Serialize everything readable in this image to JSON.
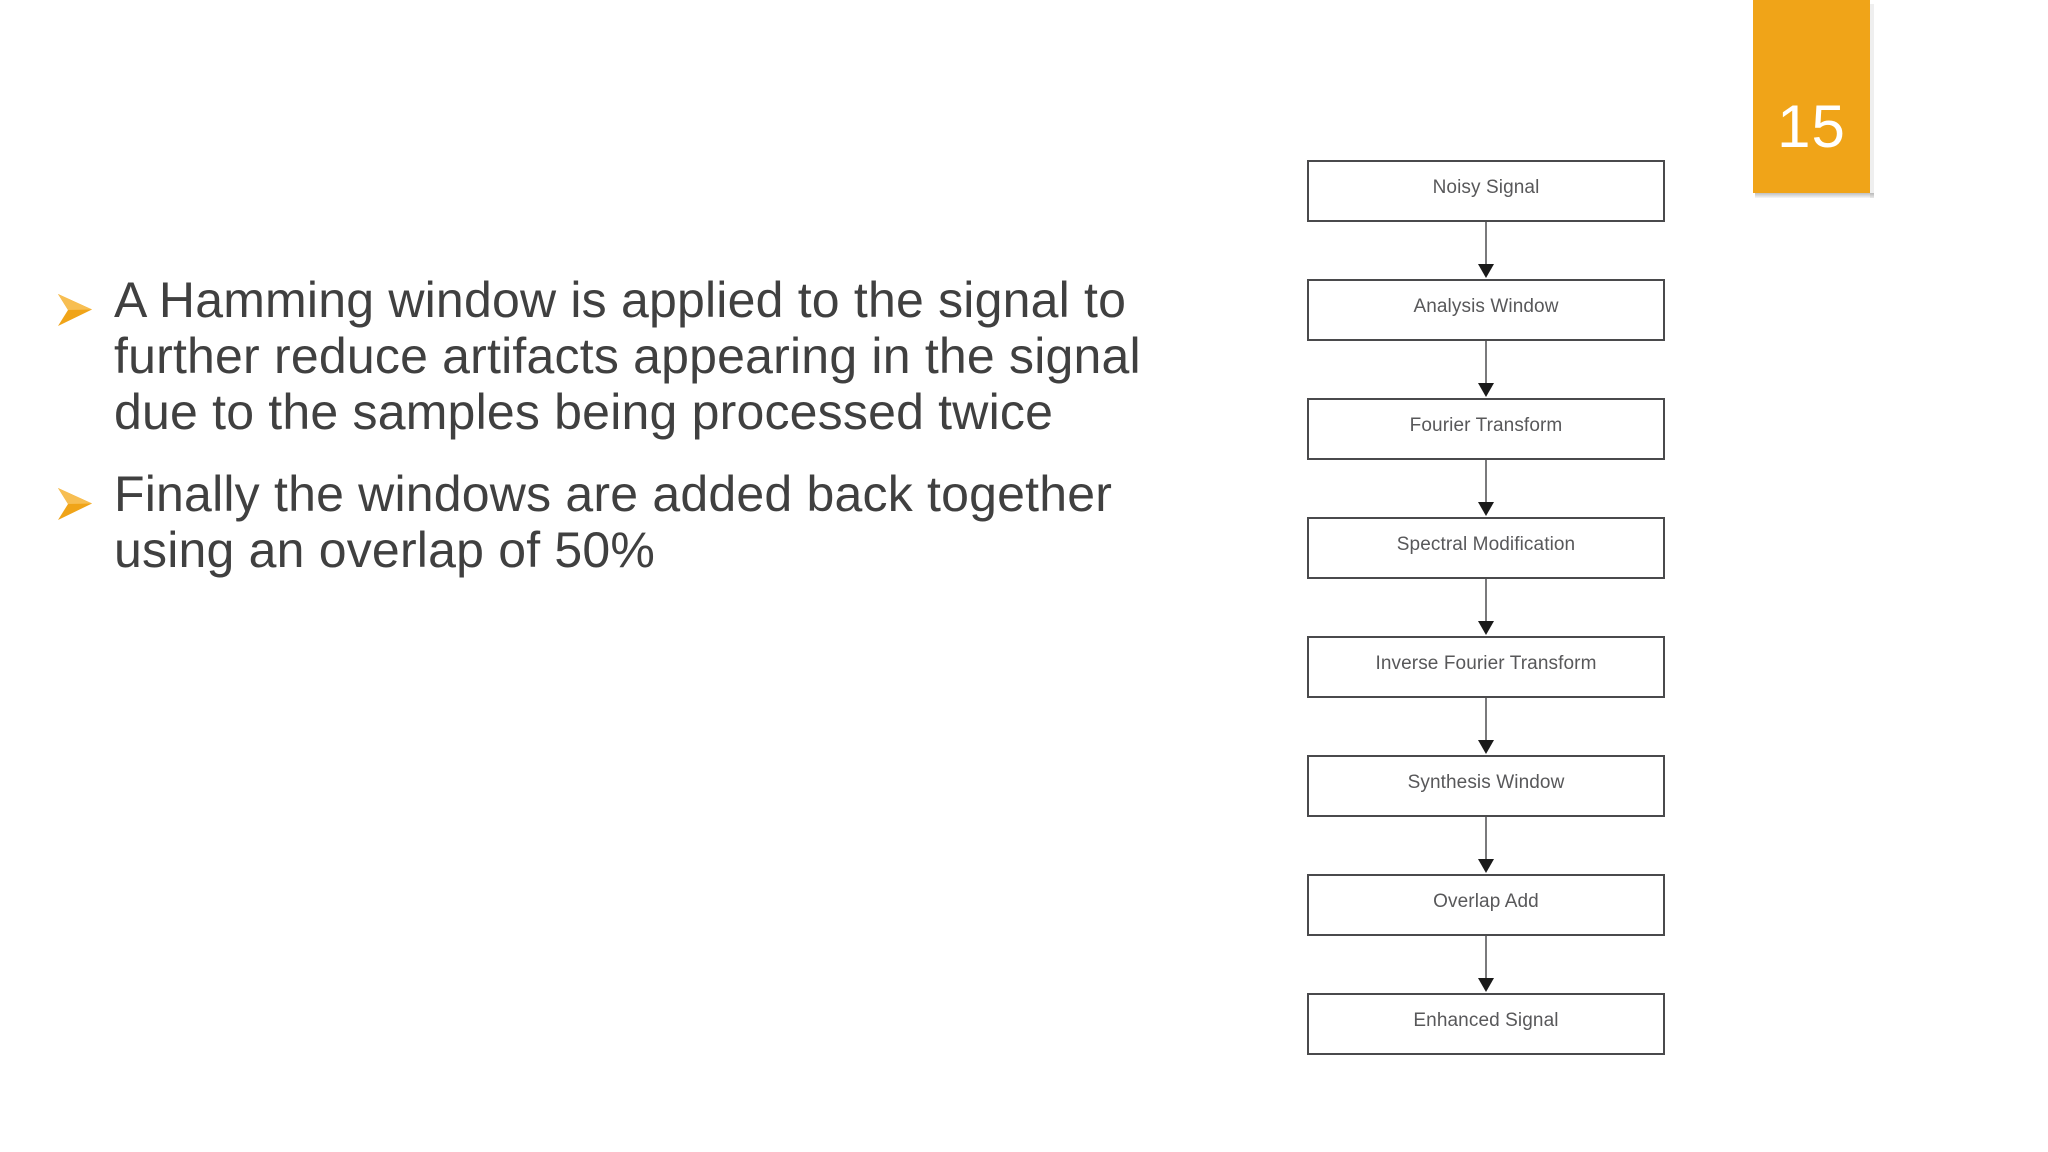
{
  "slide": {
    "number": "15",
    "badge_color": "#F0A418",
    "background_color": "#FFFFFF",
    "body_text_color": "#404040",
    "bullet_marker_color": "#F0A418",
    "flow_border_color": "#4A4A4C",
    "flow_text_color": "#58585A",
    "arrow_color": "#7A7A7C"
  },
  "body": {
    "bullets": [
      {
        "marker": "arrowhead-bullet-icon",
        "text": "A Hamming window is applied to the signal to further reduce artifacts appearing in the signal due to the samples being processed twice"
      },
      {
        "marker": "arrowhead-bullet-icon",
        "text": "Finally the windows are added back together using an overlap of 50%"
      }
    ]
  },
  "chart_data": {
    "type": "diagram",
    "diagram_kind": "flowchart",
    "orientation": "vertical-top-to-bottom",
    "title": "",
    "nodes": [
      "Noisy Signal",
      "Analysis Window",
      "Fourier Transform",
      "Spectral Modification",
      "Inverse Fourier Transform",
      "Synthesis Window",
      "Overlap Add",
      "Enhanced Signal"
    ],
    "edges": [
      {
        "from": "Noisy Signal",
        "to": "Analysis Window",
        "style": "solid-arrow"
      },
      {
        "from": "Analysis Window",
        "to": "Fourier Transform",
        "style": "solid-arrow"
      },
      {
        "from": "Fourier Transform",
        "to": "Spectral Modification",
        "style": "solid-arrow"
      },
      {
        "from": "Spectral Modification",
        "to": "Inverse Fourier Transform",
        "style": "solid-arrow"
      },
      {
        "from": "Inverse Fourier Transform",
        "to": "Synthesis Window",
        "style": "solid-arrow"
      },
      {
        "from": "Synthesis Window",
        "to": "Overlap Add",
        "style": "solid-arrow"
      },
      {
        "from": "Overlap Add",
        "to": "Enhanced Signal",
        "style": "solid-arrow"
      }
    ],
    "node_shape": "rectangle",
    "legend": []
  }
}
